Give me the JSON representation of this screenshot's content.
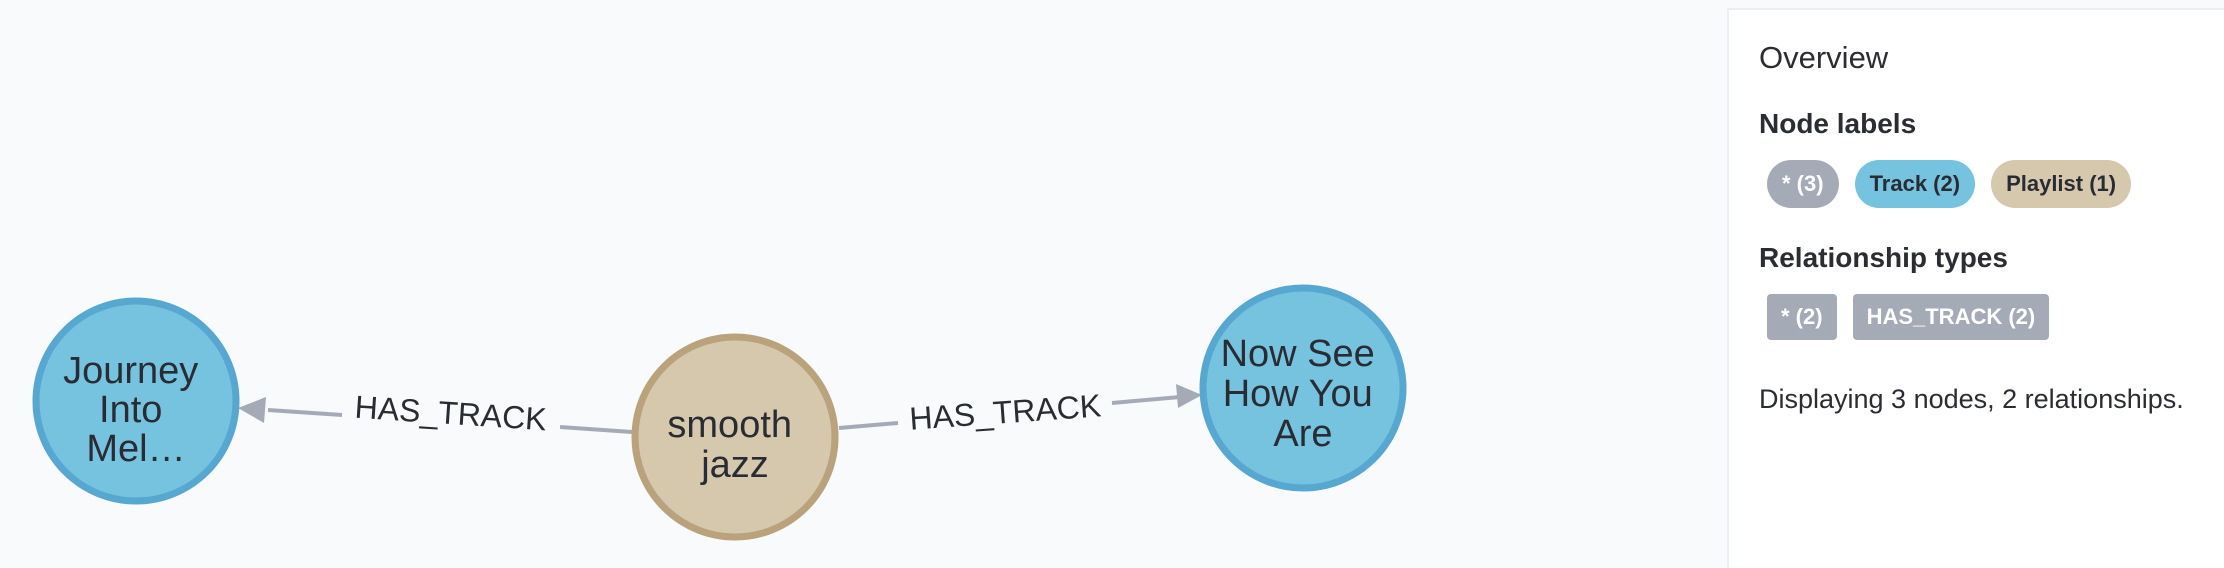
{
  "graph": {
    "nodes": [
      {
        "id": "n1",
        "label": "Track",
        "caption": [
          "Journey",
          "Into",
          "Mel…"
        ],
        "color": "#76c3e0",
        "border": "#57a8d0"
      },
      {
        "id": "n2",
        "label": "Playlist",
        "caption": [
          "smooth",
          "jazz"
        ],
        "color": "#d6c8ad",
        "border": "#b9a27c"
      },
      {
        "id": "n3",
        "label": "Track",
        "caption": [
          "Now See",
          "How You",
          "Are"
        ],
        "color": "#76c3e0",
        "border": "#57a8d0"
      }
    ],
    "relationships": [
      {
        "from": "n2",
        "to": "n1",
        "type": "HAS_TRACK"
      },
      {
        "from": "n2",
        "to": "n3",
        "type": "HAS_TRACK"
      }
    ],
    "rel_color": "#a5abb6"
  },
  "overview": {
    "title": "Overview",
    "node_labels_title": "Node labels",
    "node_labels": [
      {
        "text": "* (3)",
        "kind": "all"
      },
      {
        "text": "Track (2)",
        "kind": "track"
      },
      {
        "text": "Playlist (1)",
        "kind": "playlist"
      }
    ],
    "rel_types_title": "Relationship types",
    "rel_types": [
      {
        "text": "* (2)"
      },
      {
        "text": "HAS_TRACK (2)"
      }
    ],
    "status": "Displaying 3 nodes, 2 relationships."
  }
}
